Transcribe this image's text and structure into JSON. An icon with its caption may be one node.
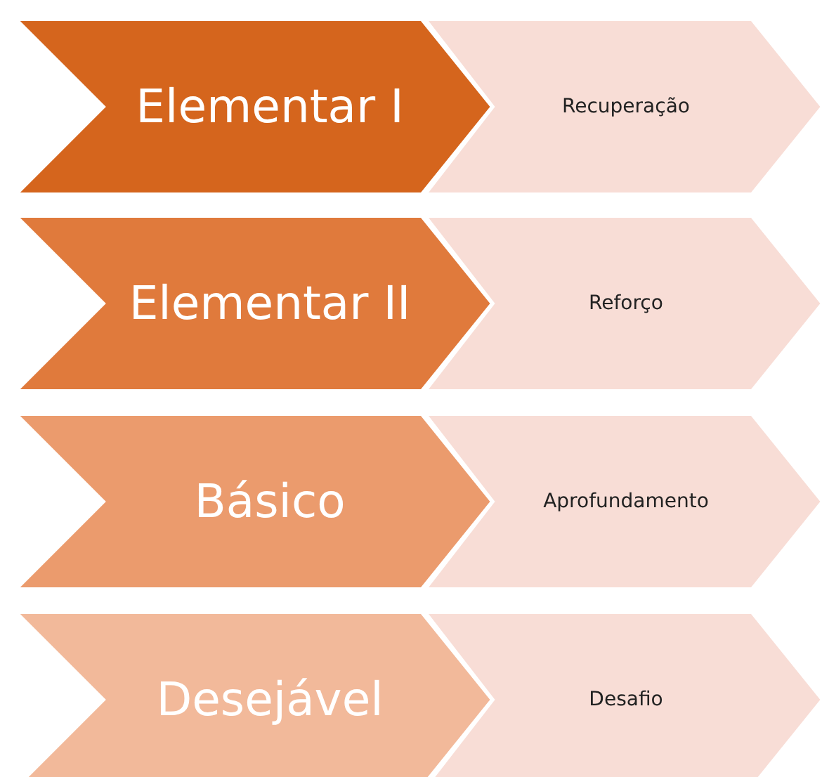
{
  "diagram": {
    "nodes": [
      {
        "text": [
          "Elementar I"
        ]
      },
      {
        "text": [
          "Recuperação"
        ]
      },
      {
        "text": [
          "Elementar II"
        ]
      },
      {
        "text": [
          "Reforço"
        ]
      },
      {
        "text": [
          "Básico"
        ]
      },
      {
        "text": [
          "Aprofundamento"
        ]
      },
      {
        "text": [
          "Desejável"
        ]
      },
      {
        "text": [
          "Desafio"
        ]
      }
    ]
  }
}
